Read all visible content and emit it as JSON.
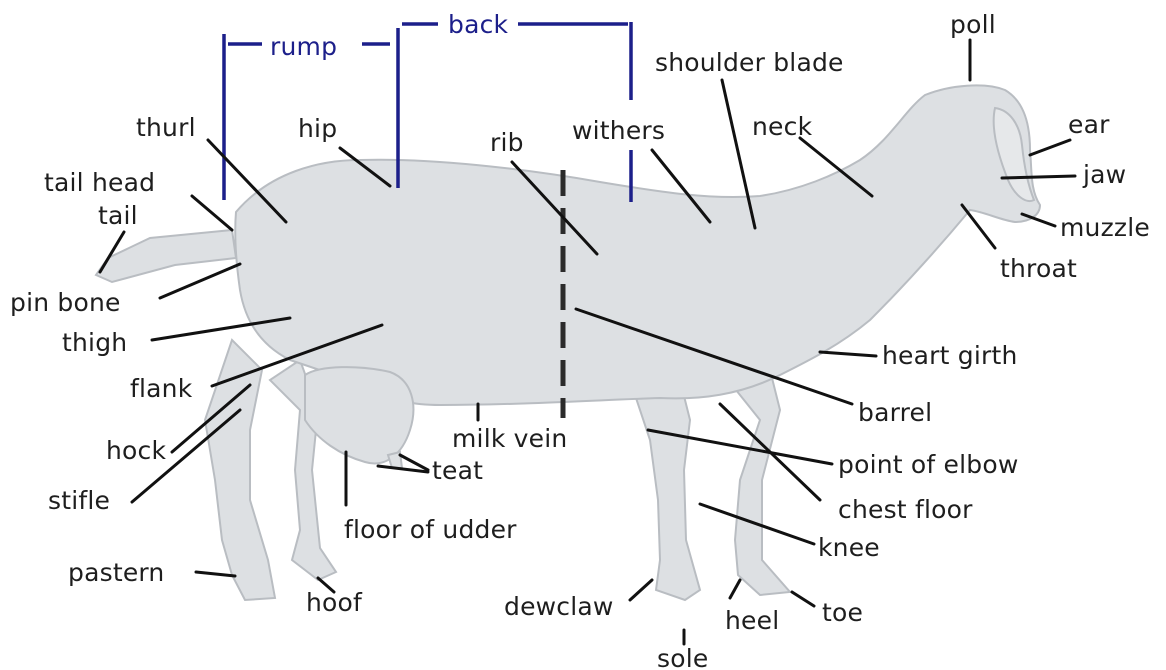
{
  "diagram": {
    "colors": {
      "background": "#ffffff",
      "goat_fill": "#dde0e3",
      "goat_outline": "#b9bdc2",
      "leader_line": "#111111",
      "bracket_line": "#1c1f8a",
      "bracket_text": "#1c1f8a",
      "label_text": "#1e1e1e"
    },
    "brackets": {
      "rump": "rump",
      "back": "back"
    },
    "labels": {
      "poll": "poll",
      "shoulder_blade": "shoulder blade",
      "ear": "ear",
      "jaw": "jaw",
      "muzzle": "muzzle",
      "throat": "throat",
      "neck": "neck",
      "withers": "withers",
      "rib": "rib",
      "hip": "hip",
      "thurl": "thurl",
      "tail_head": "tail head",
      "tail": "tail",
      "pin_bone": "pin bone",
      "thigh": "thigh",
      "flank": "flank",
      "hock": "hock",
      "stifle": "stifle",
      "pastern": "pastern",
      "hoof": "hoof",
      "floor_of_udder": "floor of udder",
      "teat": "teat",
      "milk_vein": "milk vein",
      "heart_girth": "heart girth",
      "barrel": "barrel",
      "point_of_elbow": "point of elbow",
      "chest_floor": "chest floor",
      "knee": "knee",
      "dewclaw": "dewclaw",
      "heel": "heel",
      "toe": "toe",
      "sole": "sole"
    }
  }
}
